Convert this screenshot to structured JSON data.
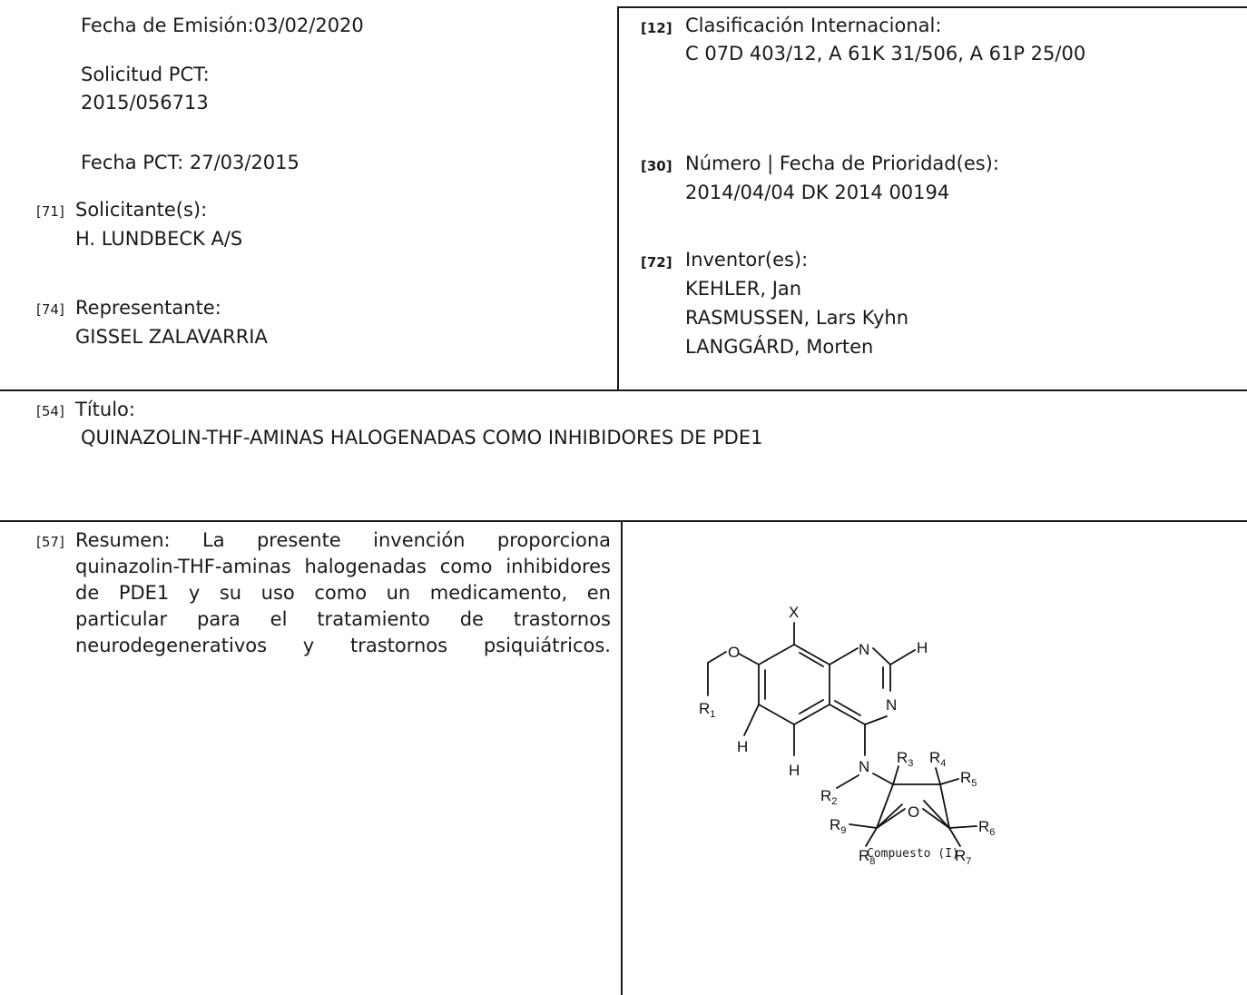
{
  "header": {
    "fecha_emision": "Fecha de Emisión:03/02/2020",
    "solicitud_pct_label": "Solicitud PCT:",
    "solicitud_pct_value": "2015/056713",
    "fecha_pct": "Fecha PCT: 27/03/2015",
    "solicitante": {
      "code": "[71]",
      "label": "Solicitante(s):",
      "value": "H. LUNDBECK A/S"
    },
    "representante": {
      "code": "[74]",
      "label": "Representante:",
      "value": "GISSEL ZALAVARRIA"
    },
    "clasificacion": {
      "code": "[12]",
      "label": "Clasificación Internacional:",
      "value": "C 07D 403/12, A 61K 31/506, A 61P 25/00"
    },
    "prioridad": {
      "code": "[30]",
      "label": "Número | Fecha de Prioridad(es):",
      "value": "2014/04/04 DK 2014 00194"
    },
    "inventores": {
      "code": "[72]",
      "label": "Inventor(es):",
      "values": [
        "KEHLER, Jan",
        "RASMUSSEN, Lars Kyhn",
        "LANGGÁRD, Morten"
      ]
    }
  },
  "titulo": {
    "code": "[54]",
    "label": "Título:",
    "value": "QUINAZOLIN-THF-AMINAS HALOGENADAS COMO INHIBIDORES DE PDE1"
  },
  "resumen": {
    "code": "[57]",
    "label": "Resumen:",
    "lines": [
      "Resumen: La presente invención proporciona",
      "quinazolin-THF-aminas halogenadas como inhibidores",
      "de PDE1 y su uso como un medicamento, en",
      "particular para el tratamiento de trastornos",
      "neurodegenerativos y trastornos psiquiátricos."
    ]
  },
  "figure": {
    "caption": "Compuesto (I)",
    "atoms": {
      "x": "X",
      "o1": "O",
      "n1": "N",
      "h1": "H",
      "n2": "N",
      "r1": "R",
      "r1_sub": "1",
      "h2": "H",
      "h3": "H",
      "n3": "N",
      "r2": "R",
      "r2_sub": "2",
      "r3": "R",
      "r3_sub": "3",
      "r4": "R",
      "r4_sub": "4",
      "r5": "R",
      "r5_sub": "5",
      "r6": "R",
      "r6_sub": "6",
      "r7": "R",
      "r7_sub": "7",
      "r8": "R",
      "r8_sub": "8",
      "r9": "R",
      "r9_sub": "9",
      "o2": "O"
    }
  }
}
